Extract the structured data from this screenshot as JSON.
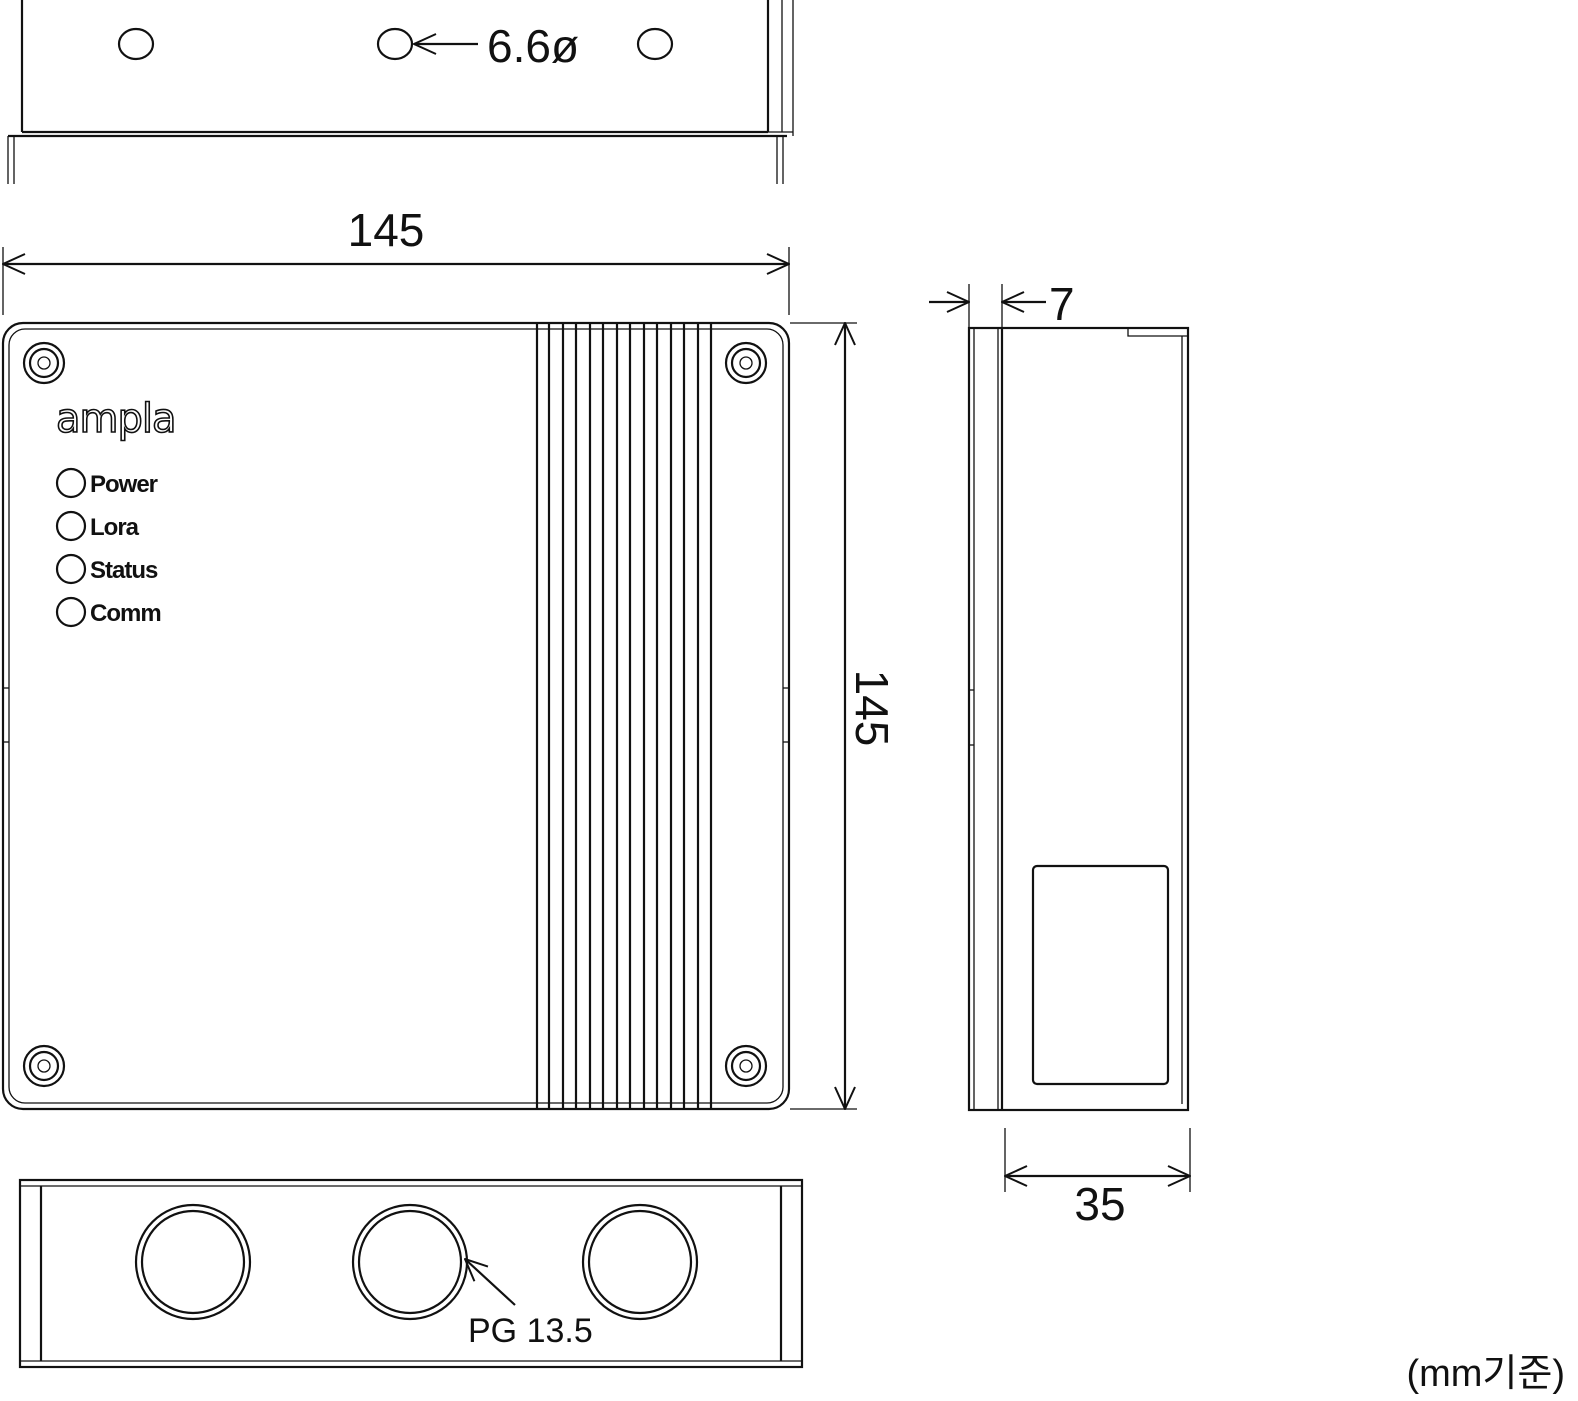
{
  "top_view": {
    "hole_dimension": "6.6ø"
  },
  "front_view": {
    "width_dimension": "145",
    "height_dimension": "145",
    "brand_logo": "ampla",
    "indicators": [
      {
        "label": "Power"
      },
      {
        "label": "Lora"
      },
      {
        "label": "Status"
      },
      {
        "label": "Comm"
      }
    ]
  },
  "side_view": {
    "lid_dimension": "7",
    "depth_dimension": "35"
  },
  "bottom_view": {
    "gland_label": "PG 13.5"
  },
  "unit_note": "(mm기준)"
}
